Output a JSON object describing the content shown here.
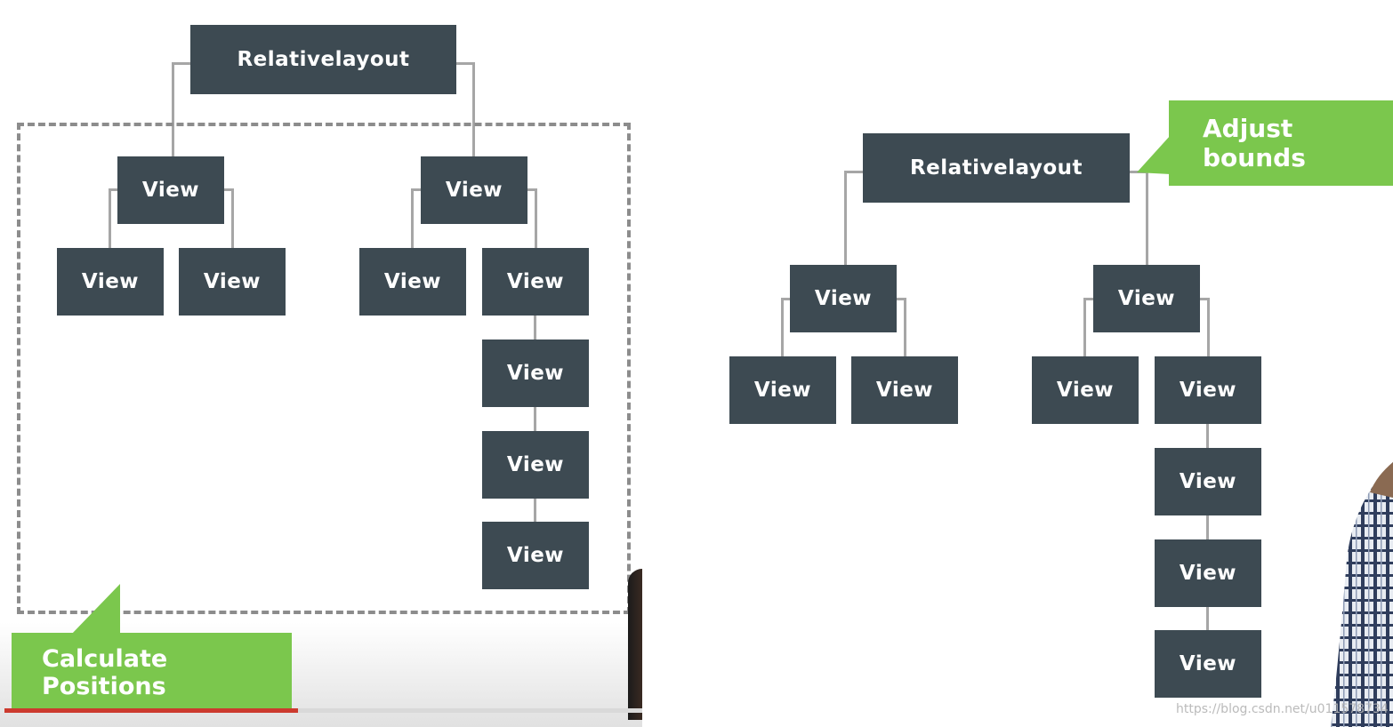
{
  "left_diagram": {
    "root_label": "Relativelayout",
    "view_label": "View",
    "callout_label": "Calculate Positions",
    "video_progress_percent": 46
  },
  "right_diagram": {
    "root_label": "Relativelayout",
    "view_label": "View",
    "callout_label": "Adjust bounds"
  },
  "watermark": "https://blog.csdn.net/u011578734",
  "colors": {
    "node_fill": "#3d4a52",
    "connector": "#a6a6a6",
    "callout_green": "#7bc74d",
    "progress_red": "#cc3a2e"
  }
}
